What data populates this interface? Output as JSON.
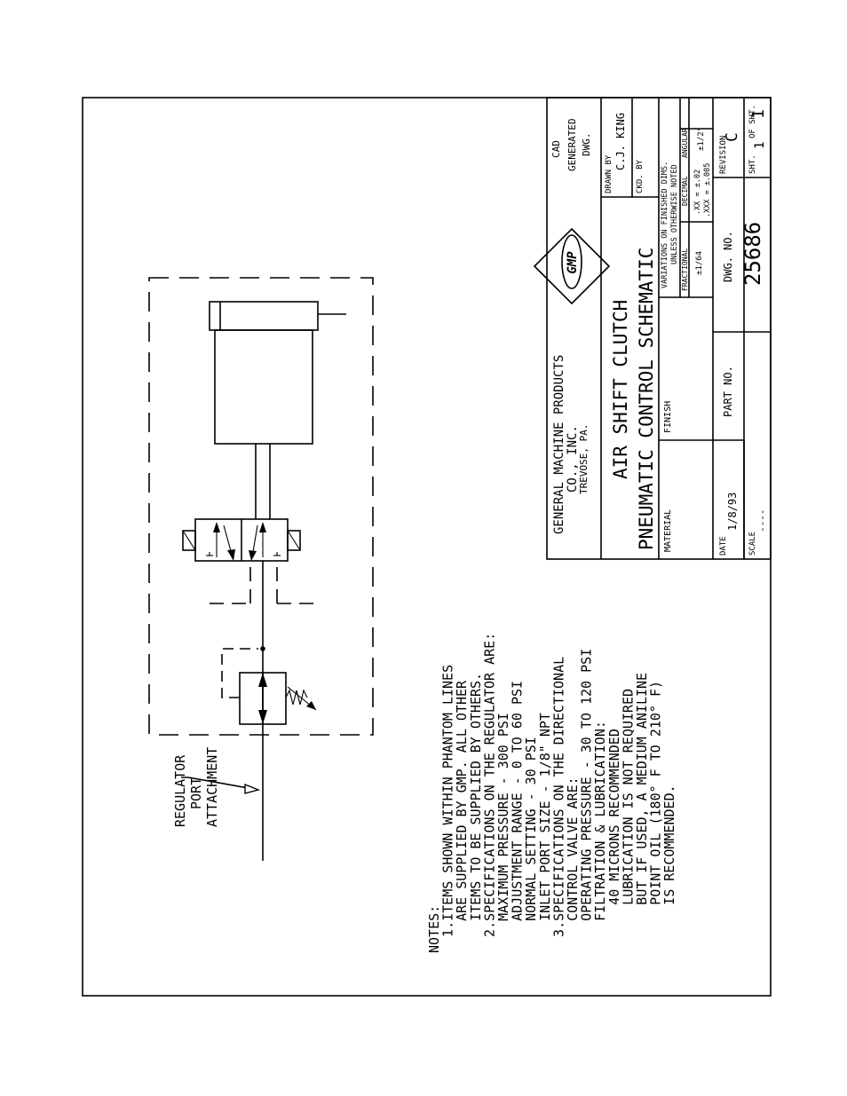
{
  "title_block": {
    "company_line1": "GENERAL MACHINE PRODUCTS",
    "company_line2": "CO., INC.",
    "company_line3": "TREVOSE, PA.",
    "logo_text": "GMP",
    "cad_line1": "CAD",
    "cad_line2": "GENERATED",
    "cad_line3": "DWG.",
    "title_line1": "AIR SHIFT CLUTCH",
    "title_line2": "PNEUMATIC CONTROL SCHEMATIC",
    "drawn_by_label": "DRAWN BY",
    "drawn_by": "C.J. KING",
    "checked_by_label": "CKD. BY",
    "material_label": "MATERIAL",
    "finish_label": "FINISH",
    "variations_line1": "VARIATIONS ON FINISHED DIMS.",
    "variations_line2": "UNLESS OTHERWISE NOTED",
    "fractional_label": "FRACTIONAL",
    "fractional_value": "±1/64",
    "decimal_label": "DECIMAL",
    "decimal_value_1": ".XX = ±.02",
    "decimal_value_2": ".XXX = ±.005",
    "angular_label": "ANGULAR",
    "angular_value": "±1/2°",
    "date_label": "DATE",
    "date": "1/8/93",
    "scale_label": "SCALE",
    "scale": "----",
    "part_no_label": "PART NO.",
    "dwg_no_label": "DWG. NO.",
    "dwg_no": "25686",
    "revision_label": "REVISION",
    "revision": "C",
    "sheet_label": "SHT.",
    "sheet": "1",
    "of_sheets_label": "OF SHT.",
    "of_sheets": "1"
  },
  "callout": {
    "line1": "REGULATOR",
    "line2": "PORT",
    "line3": "ATTACHMENT"
  },
  "notes": [
    "NOTES:",
    "  1.ITEMS SHOWN WITHIN PHANTOM LINES",
    "    ARE SUPPLIED BY GMP. ALL OTHER",
    "    ITEMS TO BE SUPPLIED BY OTHERS.",
    "  2.SPECIFICATIONS ON THE REGULATOR ARE:",
    "    MAXIMUM PRESSURE - 300 PSI",
    "    ADJUSTMENT RANGE - 0 TO 60 PSI",
    "    NORMAL SETTING - 30 PSI",
    "    INLET PORT SIZE - 1/8\" NPT",
    "  3.SPECIFICATIONS ON THE DIRECTIONAL",
    "    CONTROL VALVE ARE:",
    "    OPERATING PRESSURE - 30 TO 120 PSI",
    "    FILTRATION & LUBRICATION:",
    "      40 MICRONS RECOMMENDED",
    "      LUBRICATION IS NOT REQUIRED",
    "      BUT IF USED, A MEDIUM ANILINE",
    "      POINT OIL (180° F TO 210° F)",
    "      IS RECOMMENDED."
  ]
}
